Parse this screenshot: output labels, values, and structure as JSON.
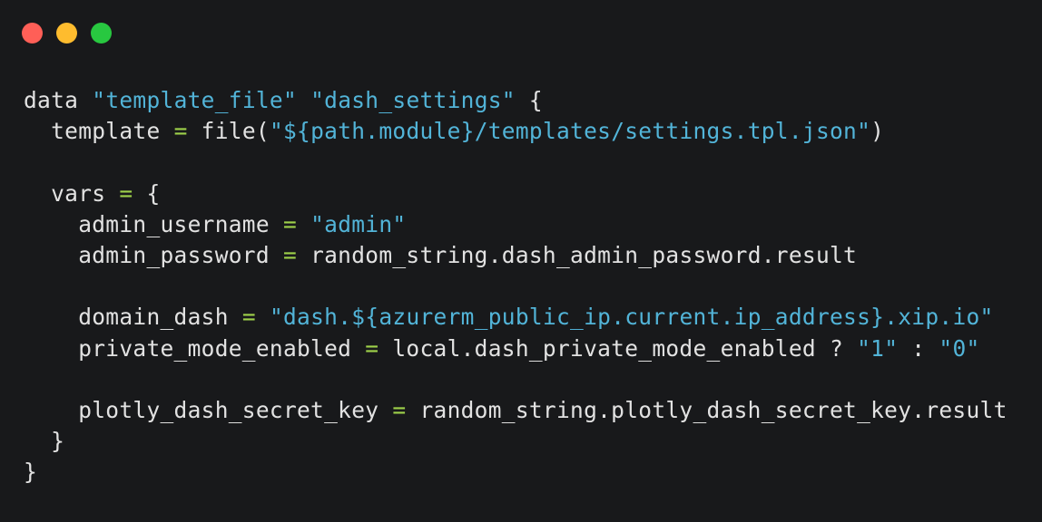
{
  "window": {
    "controls": [
      {
        "name": "close",
        "color": "#ff5f57"
      },
      {
        "name": "minimize",
        "color": "#febc2e"
      },
      {
        "name": "maximize",
        "color": "#28c840"
      }
    ]
  },
  "colors": {
    "background": "#18191b",
    "text": "#e2e2e2",
    "string": "#52b4d8",
    "operator": "#9ed14a"
  },
  "code": {
    "language": "hcl",
    "lines": [
      [
        {
          "t": "plain",
          "v": "data "
        },
        {
          "t": "str",
          "v": "\"template_file\""
        },
        {
          "t": "plain",
          "v": " "
        },
        {
          "t": "str",
          "v": "\"dash_settings\""
        },
        {
          "t": "plain",
          "v": " {"
        }
      ],
      [
        {
          "t": "plain",
          "v": "  template "
        },
        {
          "t": "op",
          "v": "="
        },
        {
          "t": "plain",
          "v": " file("
        },
        {
          "t": "str",
          "v": "\"${path.module}/templates/settings.tpl.json\""
        },
        {
          "t": "plain",
          "v": ")"
        }
      ],
      [],
      [
        {
          "t": "plain",
          "v": "  vars "
        },
        {
          "t": "op",
          "v": "="
        },
        {
          "t": "plain",
          "v": " {"
        }
      ],
      [
        {
          "t": "plain",
          "v": "    admin_username "
        },
        {
          "t": "op",
          "v": "="
        },
        {
          "t": "plain",
          "v": " "
        },
        {
          "t": "str",
          "v": "\"admin\""
        }
      ],
      [
        {
          "t": "plain",
          "v": "    admin_password "
        },
        {
          "t": "op",
          "v": "="
        },
        {
          "t": "plain",
          "v": " random_string.dash_admin_password.result"
        }
      ],
      [],
      [
        {
          "t": "plain",
          "v": "    domain_dash "
        },
        {
          "t": "op",
          "v": "="
        },
        {
          "t": "plain",
          "v": " "
        },
        {
          "t": "str",
          "v": "\"dash.${azurerm_public_ip.current.ip_address}.xip.io\""
        }
      ],
      [
        {
          "t": "plain",
          "v": "    private_mode_enabled "
        },
        {
          "t": "op",
          "v": "="
        },
        {
          "t": "plain",
          "v": " local.dash_private_mode_enabled ? "
        },
        {
          "t": "str",
          "v": "\"1\""
        },
        {
          "t": "plain",
          "v": " : "
        },
        {
          "t": "str",
          "v": "\"0\""
        }
      ],
      [],
      [
        {
          "t": "plain",
          "v": "    plotly_dash_secret_key "
        },
        {
          "t": "op",
          "v": "="
        },
        {
          "t": "plain",
          "v": " random_string.plotly_dash_secret_key.result"
        }
      ],
      [
        {
          "t": "plain",
          "v": "  }"
        }
      ],
      [
        {
          "t": "plain",
          "v": "}"
        }
      ]
    ]
  }
}
